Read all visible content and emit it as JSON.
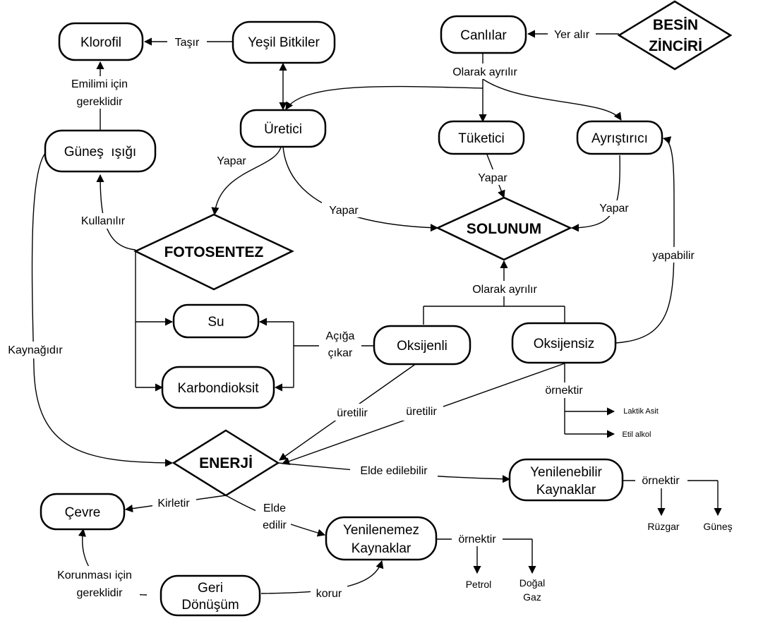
{
  "nodes": {
    "klorofil": "Klorofil",
    "yesil_bitkiler": "Yeşil Bitkiler",
    "canlilar": "Canlılar",
    "besin_zinciri_1": "BESİN",
    "besin_zinciri_2": "ZİNCİRİ",
    "uretici": "Üretici",
    "tuketici": "Tüketici",
    "ayristirici": "Ayrıştırıcı",
    "gunes_isigi": "Güneş  ışığı",
    "fotosentez": "FOTOSENTEZ",
    "solunum": "SOLUNUM",
    "su": "Su",
    "karbondioksit": "Karbondioksit",
    "oksijenli": "Oksijenli",
    "oksijensiz": "Oksijensiz",
    "enerji": "ENERJİ",
    "cevre": "Çevre",
    "yenilenebilir_1": "Yenilenebilir",
    "yenilenebilir_2": "Kaynaklar",
    "yenilenemez_1": "Yenilenemez",
    "yenilenemez_2": "Kaynaklar",
    "geri_donusum_1": "Geri",
    "geri_donusum_2": "Dönüşüm"
  },
  "edge_labels": {
    "tasir": "Taşır",
    "yer_alir": "Yer alır",
    "olarak_ayrilir_top": "Olarak ayrılır",
    "emilimi_1": "Emilimi için",
    "emilimi_2": "gereklidir",
    "yapar_uretici_foto": "Yapar",
    "yapar_uretici_sol": "Yapar",
    "yapar_tuketici": "Yapar",
    "yapar_ayristirici": "Yapar",
    "kullanilir": "Kullanılır",
    "yapabilir": "yapabilir",
    "olarak_ayrilir_sol": "Olarak ayrılır",
    "aciga_1": "Açığa",
    "aciga_2": "çıkar",
    "kaynagidir": "Kaynağıdır",
    "uretilir_1": "üretilir",
    "uretilir_2": "üretilir",
    "ornektir_oksijensiz": "örnektir",
    "laktik_asit": "Laktik Asit",
    "etil_alkol": "Etil alkol",
    "elde_edilebilir": "Elde edilebilir",
    "ornektir_yenilenebilir": "örnektir",
    "ruzgar": "Rüzgar",
    "gunes": "Güneş",
    "kirletir": "Kirletir",
    "elde_edilir_1": "Elde",
    "elde_edilir_2": "edilir",
    "ornektir_yenilenemez": "örnektir",
    "petrol": "Petrol",
    "dogal_gaz_1": "Doğal",
    "dogal_gaz_2": "Gaz",
    "korunmasi_1": "Korunması için",
    "korunmasi_2": "gereklidir",
    "korur": "korur"
  }
}
